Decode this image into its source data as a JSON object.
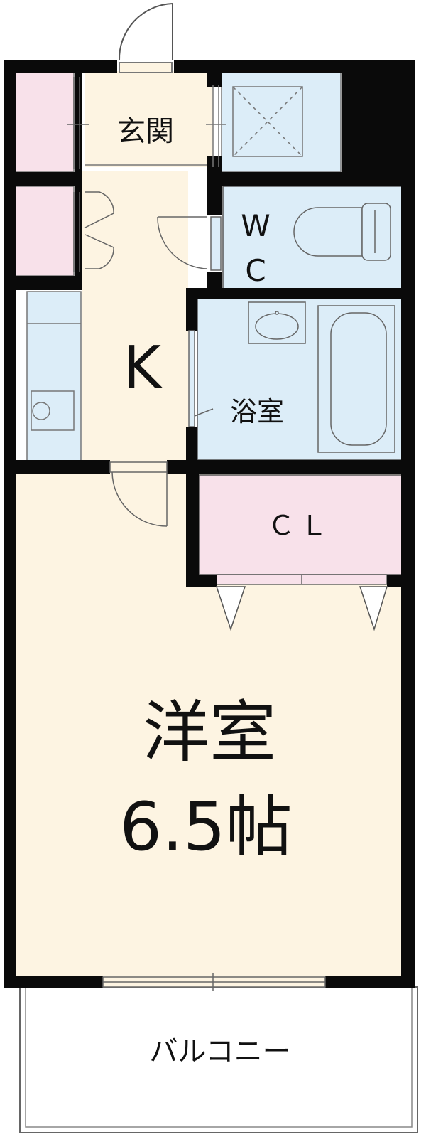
{
  "colors": {
    "wall": "#0a0a0a",
    "room_floor": "#fdf4e2",
    "wet_area": "#dcedf8",
    "storage": "#f8e1ea",
    "line": "#6f6f6f"
  },
  "rooms": {
    "genkan": "玄関",
    "wc_top": "W",
    "wc_bottom": "C",
    "kitchen": "K",
    "bath": "浴室",
    "closet": "ＣＬ",
    "western_room": "洋室",
    "western_room_size": "6.5帖",
    "balcony": "バルコニー"
  },
  "icons": {
    "entrance_door": "door-swing-icon",
    "shoe_box": "storage-icon",
    "washer": "washing-machine-pan-icon",
    "toilet": "toilet-icon",
    "sink": "sink-icon",
    "bathtub": "bathtub-icon",
    "stove": "stove-icon"
  }
}
